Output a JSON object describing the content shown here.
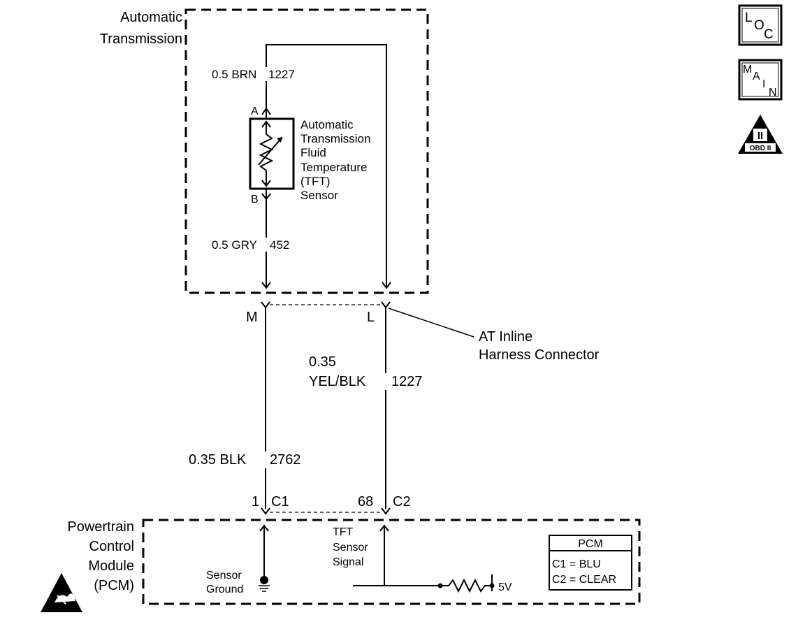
{
  "at_box": {
    "title_line1": "Automatic",
    "title_line2": "Transmission",
    "wire_top_size_color": "0.5 BRN",
    "wire_top_circuit": "1227",
    "pin_a": "A",
    "pin_b": "B",
    "sensor_label": [
      "Automatic",
      "Transmission",
      "Fluid",
      "Temperature",
      "(TFT)",
      "Sensor"
    ],
    "wire_bottom_size_color": "0.5 GRY",
    "wire_bottom_circuit": "452"
  },
  "inline_connector": {
    "pin_m": "M",
    "pin_l": "L",
    "label_line1": "AT Inline",
    "label_line2": "Harness Connector"
  },
  "harness": {
    "yel_size": "0.35",
    "yel_color": "YEL/BLK",
    "yel_circuit": "1227",
    "blk_size_color": "0.35 BLK",
    "blk_circuit": "2762"
  },
  "pcm_connector": {
    "pin_1": "1",
    "c1": "C1",
    "pin_68": "68",
    "c2": "C2"
  },
  "pcm": {
    "title": [
      "Powertrain",
      "Control",
      "Module",
      "(PCM)"
    ],
    "sensor_ground": [
      "Sensor",
      "Ground"
    ],
    "tft_signal": [
      "TFT",
      "Sensor",
      "Signal"
    ],
    "voltage": "5V",
    "legend_title": "PCM",
    "legend_c1": "C1 = BLU",
    "legend_c2": "C2 = CLEAR"
  },
  "side_icons": {
    "loc": [
      "L",
      "O",
      "C"
    ],
    "main": [
      "M",
      "A",
      "I",
      "N"
    ],
    "obd_numeral": "II",
    "obd_text": "OBD II"
  }
}
